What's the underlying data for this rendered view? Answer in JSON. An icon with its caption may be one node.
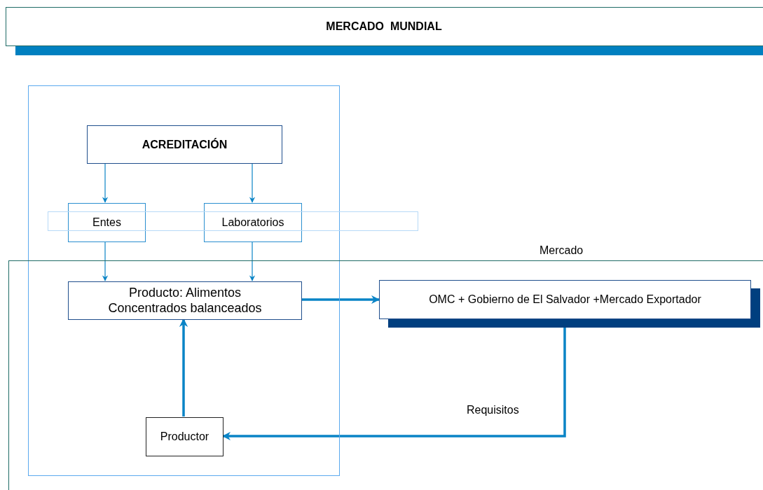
{
  "diagram": {
    "nodes": [
      {
        "text": [
          "MERCADO  MUNDIAL"
        ]
      },
      {
        "text": [],
        "shape": "box"
      },
      {
        "text": [
          "ACREDITACIÓN"
        ],
        "in": 1
      },
      {
        "text": [],
        "shape": "bar"
      },
      {
        "text": [
          "Entes"
        ],
        "in": 1
      },
      {
        "text": [
          "Laboratorios"
        ],
        "in": 1
      },
      {
        "text": [
          "Mercado"
        ]
      },
      {
        "text": [
          "Producto: Alimentos Concentrados balanceados"
        ],
        "in": 1
      },
      {
        "text": [
          "OMC + Gobierno de El Salvador +Mercado Exportador"
        ],
        "in": 6
      },
      {
        "text": [
          "Productor"
        ],
        "in": 1
      }
    ],
    "edges": [
      {
        "from": 2,
        "to": 4,
        "arrow": "to"
      },
      {
        "from": 2,
        "to": 5,
        "arrow": "to"
      },
      {
        "from": 4,
        "to": 7,
        "arrow": "to"
      },
      {
        "from": 5,
        "to": 7,
        "arrow": "to"
      },
      {
        "from": 7,
        "to": 8,
        "arrow": "to",
        "style": "thick"
      },
      {
        "from": 9,
        "to": 7,
        "arrow": "to",
        "style": "thick"
      },
      {
        "from": 8,
        "to": 9,
        "arrow": "to",
        "style": "thick",
        "label": "Requisitos"
      }
    ]
  }
}
